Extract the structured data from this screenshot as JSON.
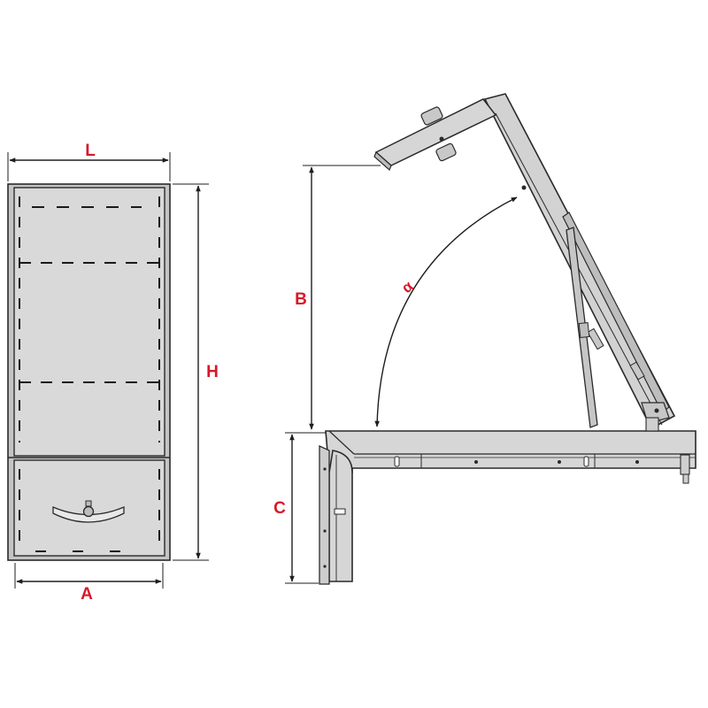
{
  "dimension_labels": {
    "width": "L",
    "height": "H",
    "inner_width": "A",
    "lift_height": "B",
    "frame_depth": "C",
    "opening_angle": "α"
  },
  "colors": {
    "label": "#d7182a",
    "panel": "#d8d8d8",
    "frame": "#c4c4c4",
    "outline": "#2a2a2a",
    "background": "#ffffff"
  }
}
